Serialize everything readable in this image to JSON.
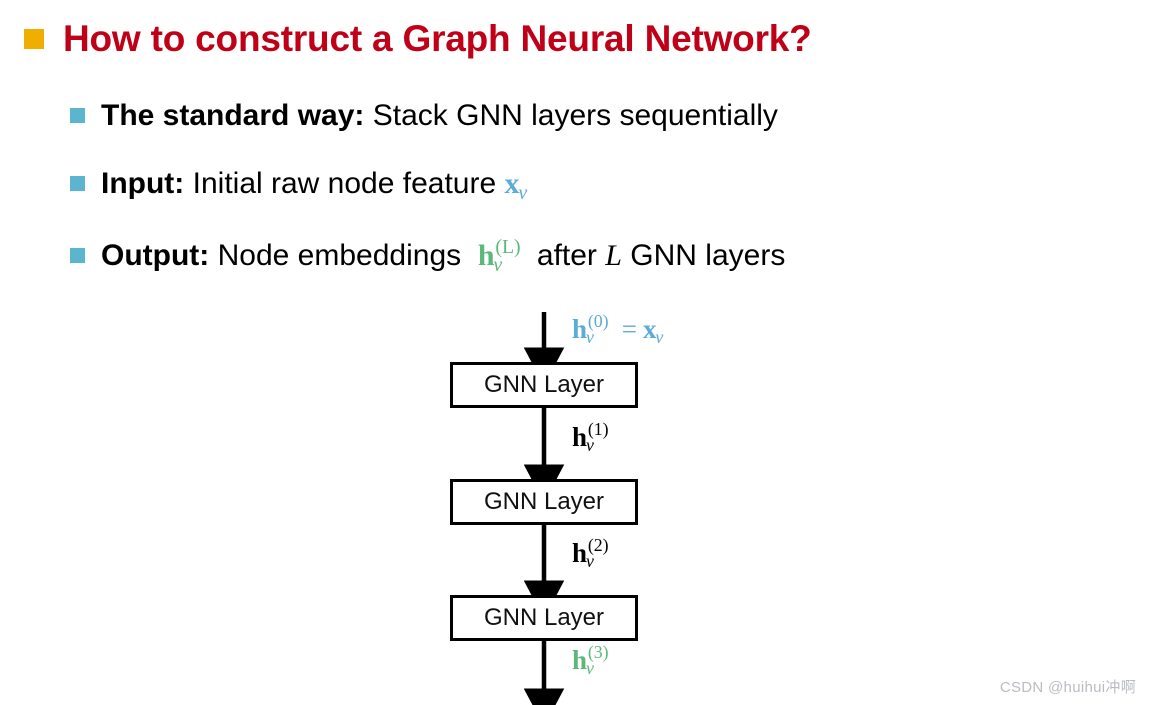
{
  "slide": {
    "title": "How to construct a Graph Neural Network?",
    "bullet_title_color": "#F0AF00",
    "bullet_sub_color": "#5BB5CE",
    "title_color": "#C00016",
    "math_blue": "#5BACD6",
    "math_green": "#5CB87A",
    "bullets": [
      {
        "lead": "The standard way:",
        "rest": "Stack GNN layers sequentially"
      },
      {
        "lead": "Input:",
        "rest": "Initial raw node feature",
        "math": {
          "base": "x",
          "sub": "v",
          "sup": "",
          "color": "blue"
        }
      },
      {
        "lead": "Output:",
        "rest": "Node embeddings",
        "math": {
          "base": "h",
          "sub": "v",
          "sup": "(L)",
          "color": "green"
        },
        "tail_before": "after",
        "tail_italic": "L",
        "tail_after": "GNN layers"
      }
    ]
  },
  "diagram": {
    "box_label": "GNN Layer",
    "boxes": [
      {
        "label": "GNN Layer"
      },
      {
        "label": "GNN Layer"
      },
      {
        "label": "GNN Layer"
      }
    ],
    "labels": [
      {
        "base": "h",
        "sub": "v",
        "sup": "(0)",
        "eq": "=",
        "rhs_base": "x",
        "rhs_sub": "v",
        "color": "blue"
      },
      {
        "base": "h",
        "sub": "v",
        "sup": "(1)",
        "color": "black"
      },
      {
        "base": "h",
        "sub": "v",
        "sup": "(2)",
        "color": "black"
      },
      {
        "base": "h",
        "sub": "v",
        "sup": "(3)",
        "color": "green"
      }
    ]
  },
  "watermark": "CSDN @huihui冲啊"
}
